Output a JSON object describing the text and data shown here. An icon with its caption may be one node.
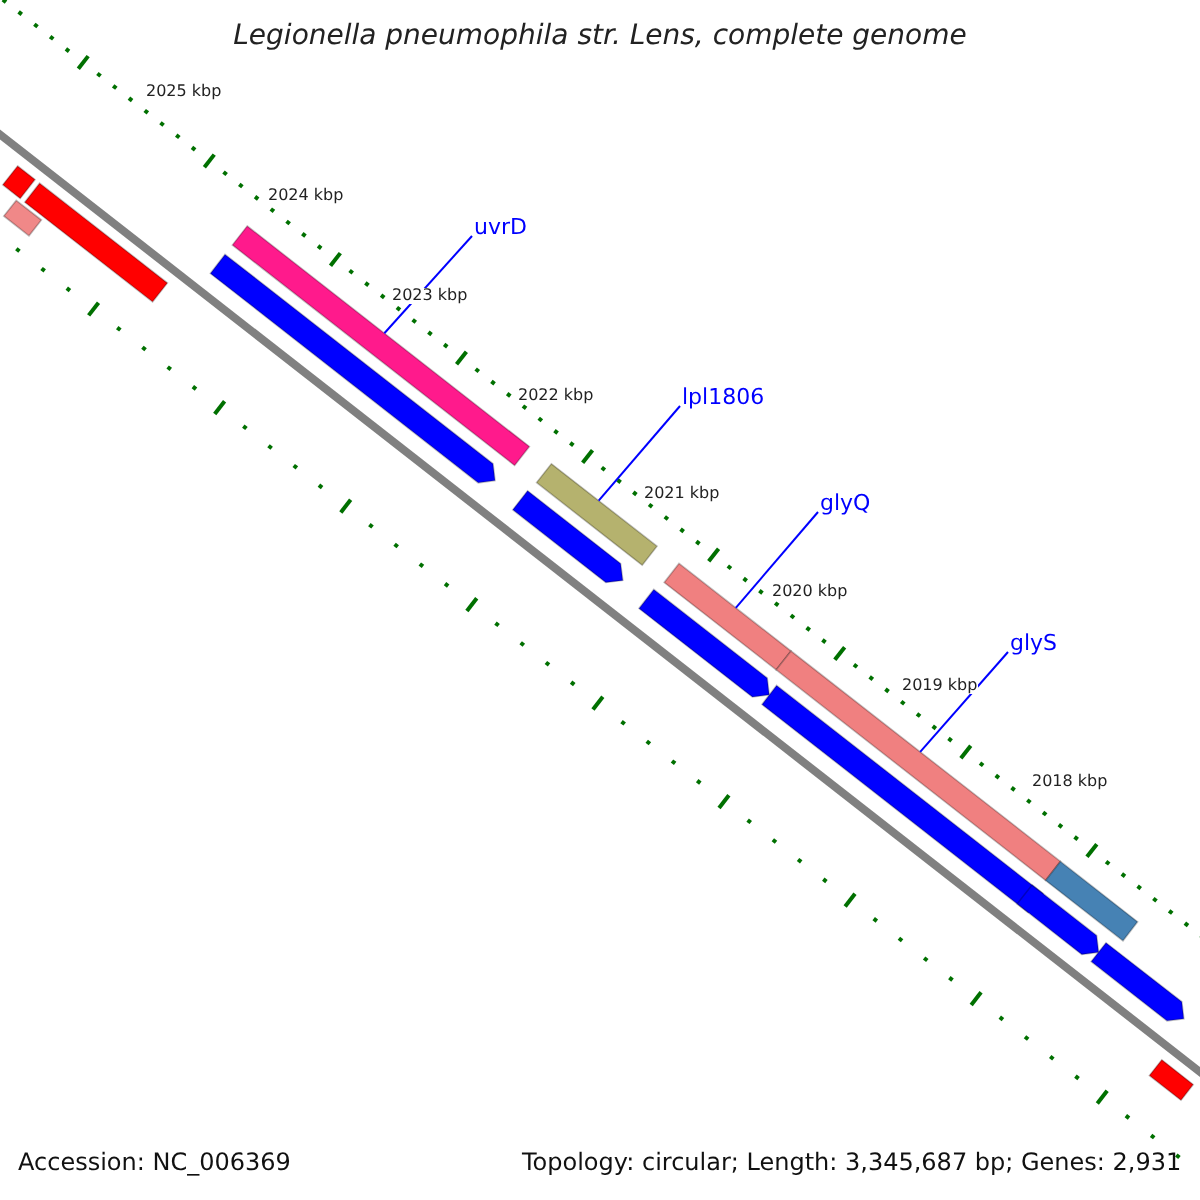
{
  "diagram": {
    "title": "Legionella pneumophila str. Lens, complete genome",
    "nodes": [
      {
        "text": [
          "uvrD"
        ]
      },
      {
        "text": [],
        "shape": "bar"
      },
      {
        "text": [
          "lpl1806"
        ]
      },
      {
        "text": [],
        "shape": "bar"
      },
      {
        "text": [
          "glyQ"
        ]
      },
      {
        "text": [],
        "shape": "bar"
      },
      {
        "text": [
          "glyS"
        ]
      },
      {
        "text": [],
        "shape": "bar"
      },
      {
        "text": [],
        "shape": "bar"
      },
      {
        "text": [],
        "shape": "bar"
      },
      {
        "text": [],
        "shape": "bar"
      },
      {
        "text": [],
        "shape": "bar"
      },
      {
        "text": [],
        "shape": "bar"
      },
      {
        "text": [],
        "shape": "bar"
      },
      {
        "text": [],
        "shape": "bar"
      },
      {
        "text": [],
        "shape": "bar"
      },
      {
        "text": [],
        "shape": "bar"
      },
      {
        "text": [],
        "shape": "bar"
      },
      {
        "text": [],
        "shape": "bar"
      }
    ],
    "edges": [
      {
        "from": 0,
        "to": 1,
        "arrow": "none"
      },
      {
        "from": 2,
        "to": 3,
        "arrow": "none"
      },
      {
        "from": 4,
        "to": 5,
        "arrow": "none"
      },
      {
        "from": 6,
        "to": 7,
        "arrow": "none"
      }
    ],
    "labels": [
      "2025 kbp",
      "2024 kbp",
      "2023 kbp",
      "2022 kbp",
      "2021 kbp",
      "2020 kbp",
      "2019 kbp",
      "2018 kbp",
      "Accession: NC_006369",
      "Topology: circular; Length: 3,345,687 bp; Genes: 2,931"
    ]
  }
}
